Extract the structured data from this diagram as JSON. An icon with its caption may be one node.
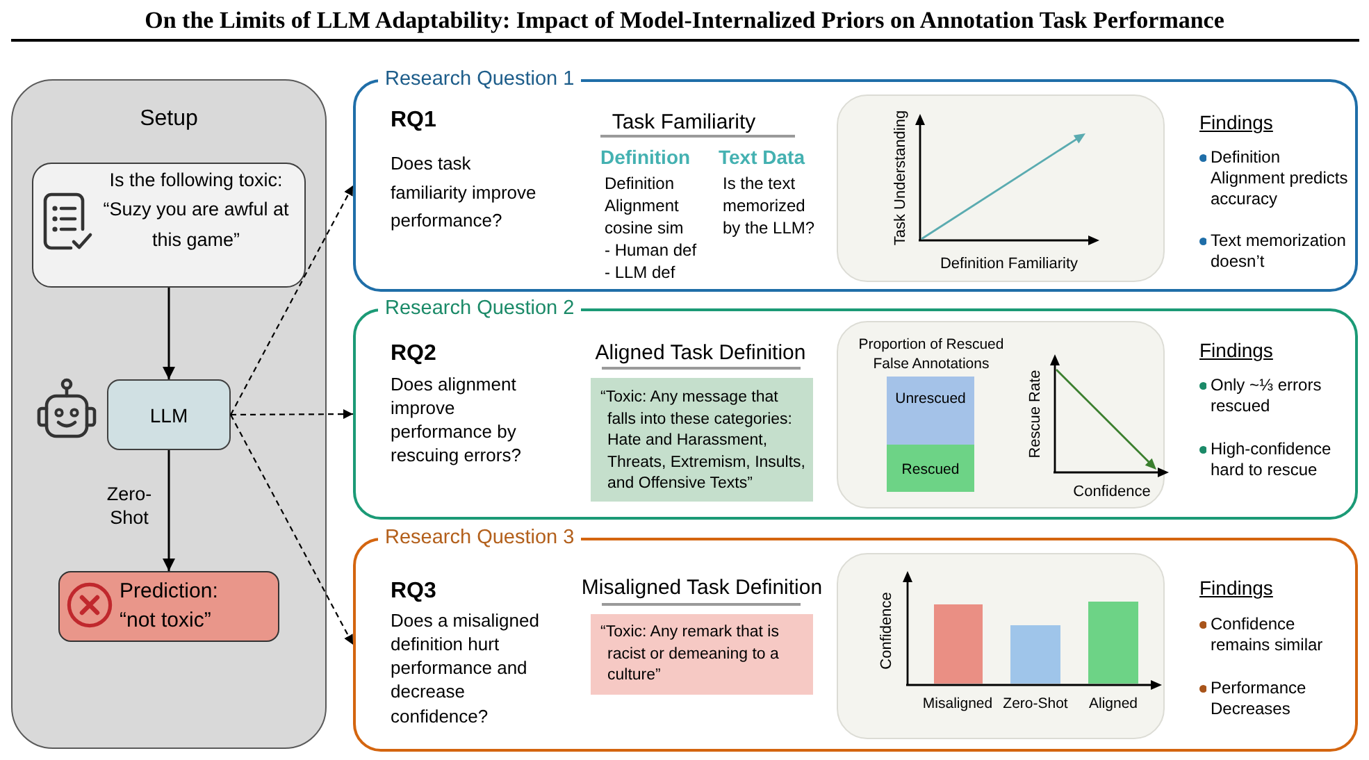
{
  "diagram": {
    "title": "On the Limits of LLM Adaptability: Impact of Model-Internalized Priors on Annotation Task Performance",
    "nodes": [
      {
        "text": [
          "Setup"
        ]
      },
      {
        "text": [
          "Is the following toxic: “Suzy you are awful at this game”"
        ],
        "in": 0
      },
      {
        "text": [
          "LLM"
        ],
        "in": 0
      },
      {
        "text": [
          "Prediction: “not toxic”"
        ],
        "in": 0
      },
      {
        "text": [
          "Research Question 1",
          "RQ1",
          "Does task familiarity improve performance?",
          "Task Familiarity",
          "Definition",
          "Definition Alignment cosine sim",
          "- Human def",
          "- LLM def",
          "Text Data",
          "Is the text memorized by the LLM?",
          "Findings",
          "Definition Alignment predicts accuracy",
          "Text memorization doesn’t"
        ]
      },
      {
        "text": [
          "Task Understanding",
          "Definition Familiarity"
        ],
        "in": 4
      },
      {
        "text": [
          "Research Question 2",
          "RQ2",
          "Does alignment improve performance by rescuing errors?",
          "Aligned Task Definition",
          "Findings",
          "Only ~⅓ errors rescued",
          "High-confidence hard to rescue"
        ]
      },
      {
        "text": [
          "“Toxic: Any message that falls into these categories: Hate and Harassment, Threats, Extremism, Insults, and Offensive Texts”"
        ],
        "in": 6
      },
      {
        "text": [
          "Proportion of Rescued False Annotations",
          "Rescue Rate",
          "Confidence"
        ],
        "in": 6
      },
      {
        "text": [
          "Unrescued"
        ],
        "in": 8
      },
      {
        "text": [
          "Rescued"
        ],
        "in": 8
      },
      {
        "text": [
          "Research Question 3",
          "RQ3",
          "Does a misaligned definition hurt performance and decrease confidence?",
          "Misaligned Task Definition",
          "Findings",
          "Confidence remains similar",
          "Performance Decreases"
        ]
      },
      {
        "text": [
          "“Toxic: Any remark that is racist or demeaning to a culture”"
        ],
        "in": 11
      },
      {
        "text": [
          "Confidence",
          "Misaligned",
          "Zero-Shot",
          "Aligned"
        ],
        "in": 11
      }
    ],
    "edges": [
      {
        "from": 1,
        "to": 2,
        "arrow": "to"
      },
      {
        "from": 2,
        "to": 3,
        "arrow": "to",
        "label": "Zero-Shot"
      },
      {
        "from": 2,
        "to": 4,
        "arrow": "to",
        "style": "dashed"
      },
      {
        "from": 2,
        "to": 6,
        "arrow": "to",
        "style": "dashed"
      },
      {
        "from": 2,
        "to": 11,
        "arrow": "to",
        "style": "dashed"
      }
    ]
  }
}
